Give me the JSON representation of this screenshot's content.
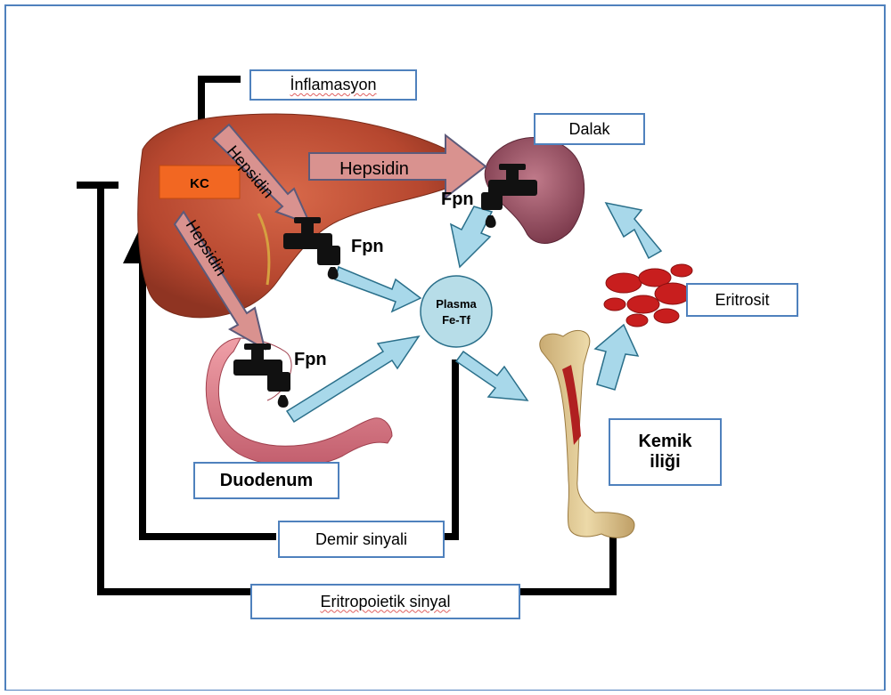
{
  "labels": {
    "inflammation": "İnflamasyon",
    "liver_cell": "KC",
    "hepcidin_spleen": "Hepsidin",
    "hepcidin_diag1": "Hepsidin",
    "hepcidin_diag2": "Hepsidin",
    "spleen": "Dalak",
    "ferroportin": "Fpn",
    "plasma_line1": "Plasma",
    "plasma_line2": "Fe-Tf",
    "erythrocyte": "Eritrosit",
    "duodenum": "Duodenum",
    "bone_marrow_line1": "Kemik",
    "bone_marrow_line2": "iliği",
    "iron_signal": "Demir sinyali",
    "erythropoietic_signal": "Eritropoietik sinyal"
  },
  "colors": {
    "label_border": "#4f81bd",
    "liver": "#c0503a",
    "kc_box": "#f26722",
    "hepcidin_arrow": "#d9928f",
    "flow_arrow": "#a8d8ea",
    "plasma": "#b7dde8",
    "spleen": "#8e4a5a",
    "rbc": "#c81e1e",
    "bone": "#d9c08c",
    "signal_line": "#000000"
  },
  "icons": [
    "faucet-icon",
    "liver-image",
    "spleen-image",
    "duodenum-image",
    "bone-image",
    "red-blood-cells-image"
  ]
}
